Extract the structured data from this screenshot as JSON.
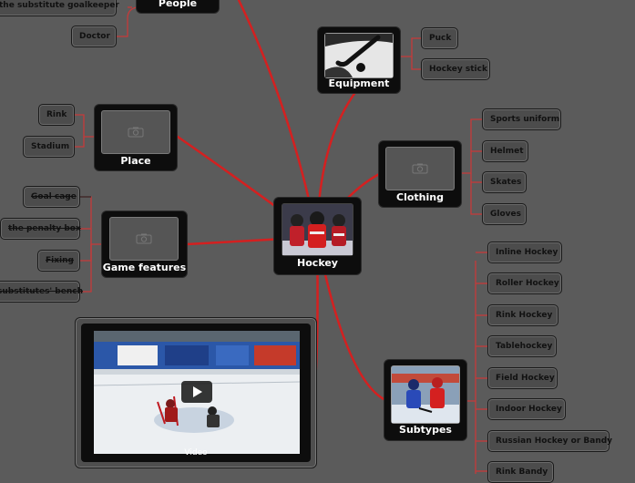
{
  "colors": {
    "link": "#d42020",
    "leaf_link": "#c63a3a",
    "background": "#5b5b5b",
    "node": "#0d0d0d"
  },
  "central": {
    "label": "Hockey"
  },
  "people": {
    "label": "People",
    "items": [
      "the substitute goalkeeper",
      "Doctor"
    ]
  },
  "equipment": {
    "label": "Equipment",
    "items": [
      "Puck",
      "Hockey stick"
    ]
  },
  "clothing": {
    "label": "Clothing",
    "items": [
      "Sports uniform",
      "Helmet",
      "Skates",
      "Gloves"
    ]
  },
  "place": {
    "label": "Place",
    "items": [
      "Rink",
      "Stadium"
    ]
  },
  "game_features": {
    "label": "Game features",
    "items": [
      "Goal cage",
      "the penalty box",
      "Fixing",
      "substitutes' bench"
    ]
  },
  "subtypes": {
    "label": "Subtypes",
    "items": [
      "Inline Hockey",
      "Roller Hockey",
      "Rink Hockey",
      "Tablehockey",
      "Field Hockey",
      "Indoor Hockey",
      "Russian Hockey or Bandy",
      "Rink Bandy"
    ]
  },
  "video": {
    "label": "Video",
    "play_icon": "play-icon"
  },
  "icons": {
    "placeholder": "camera-icon"
  }
}
